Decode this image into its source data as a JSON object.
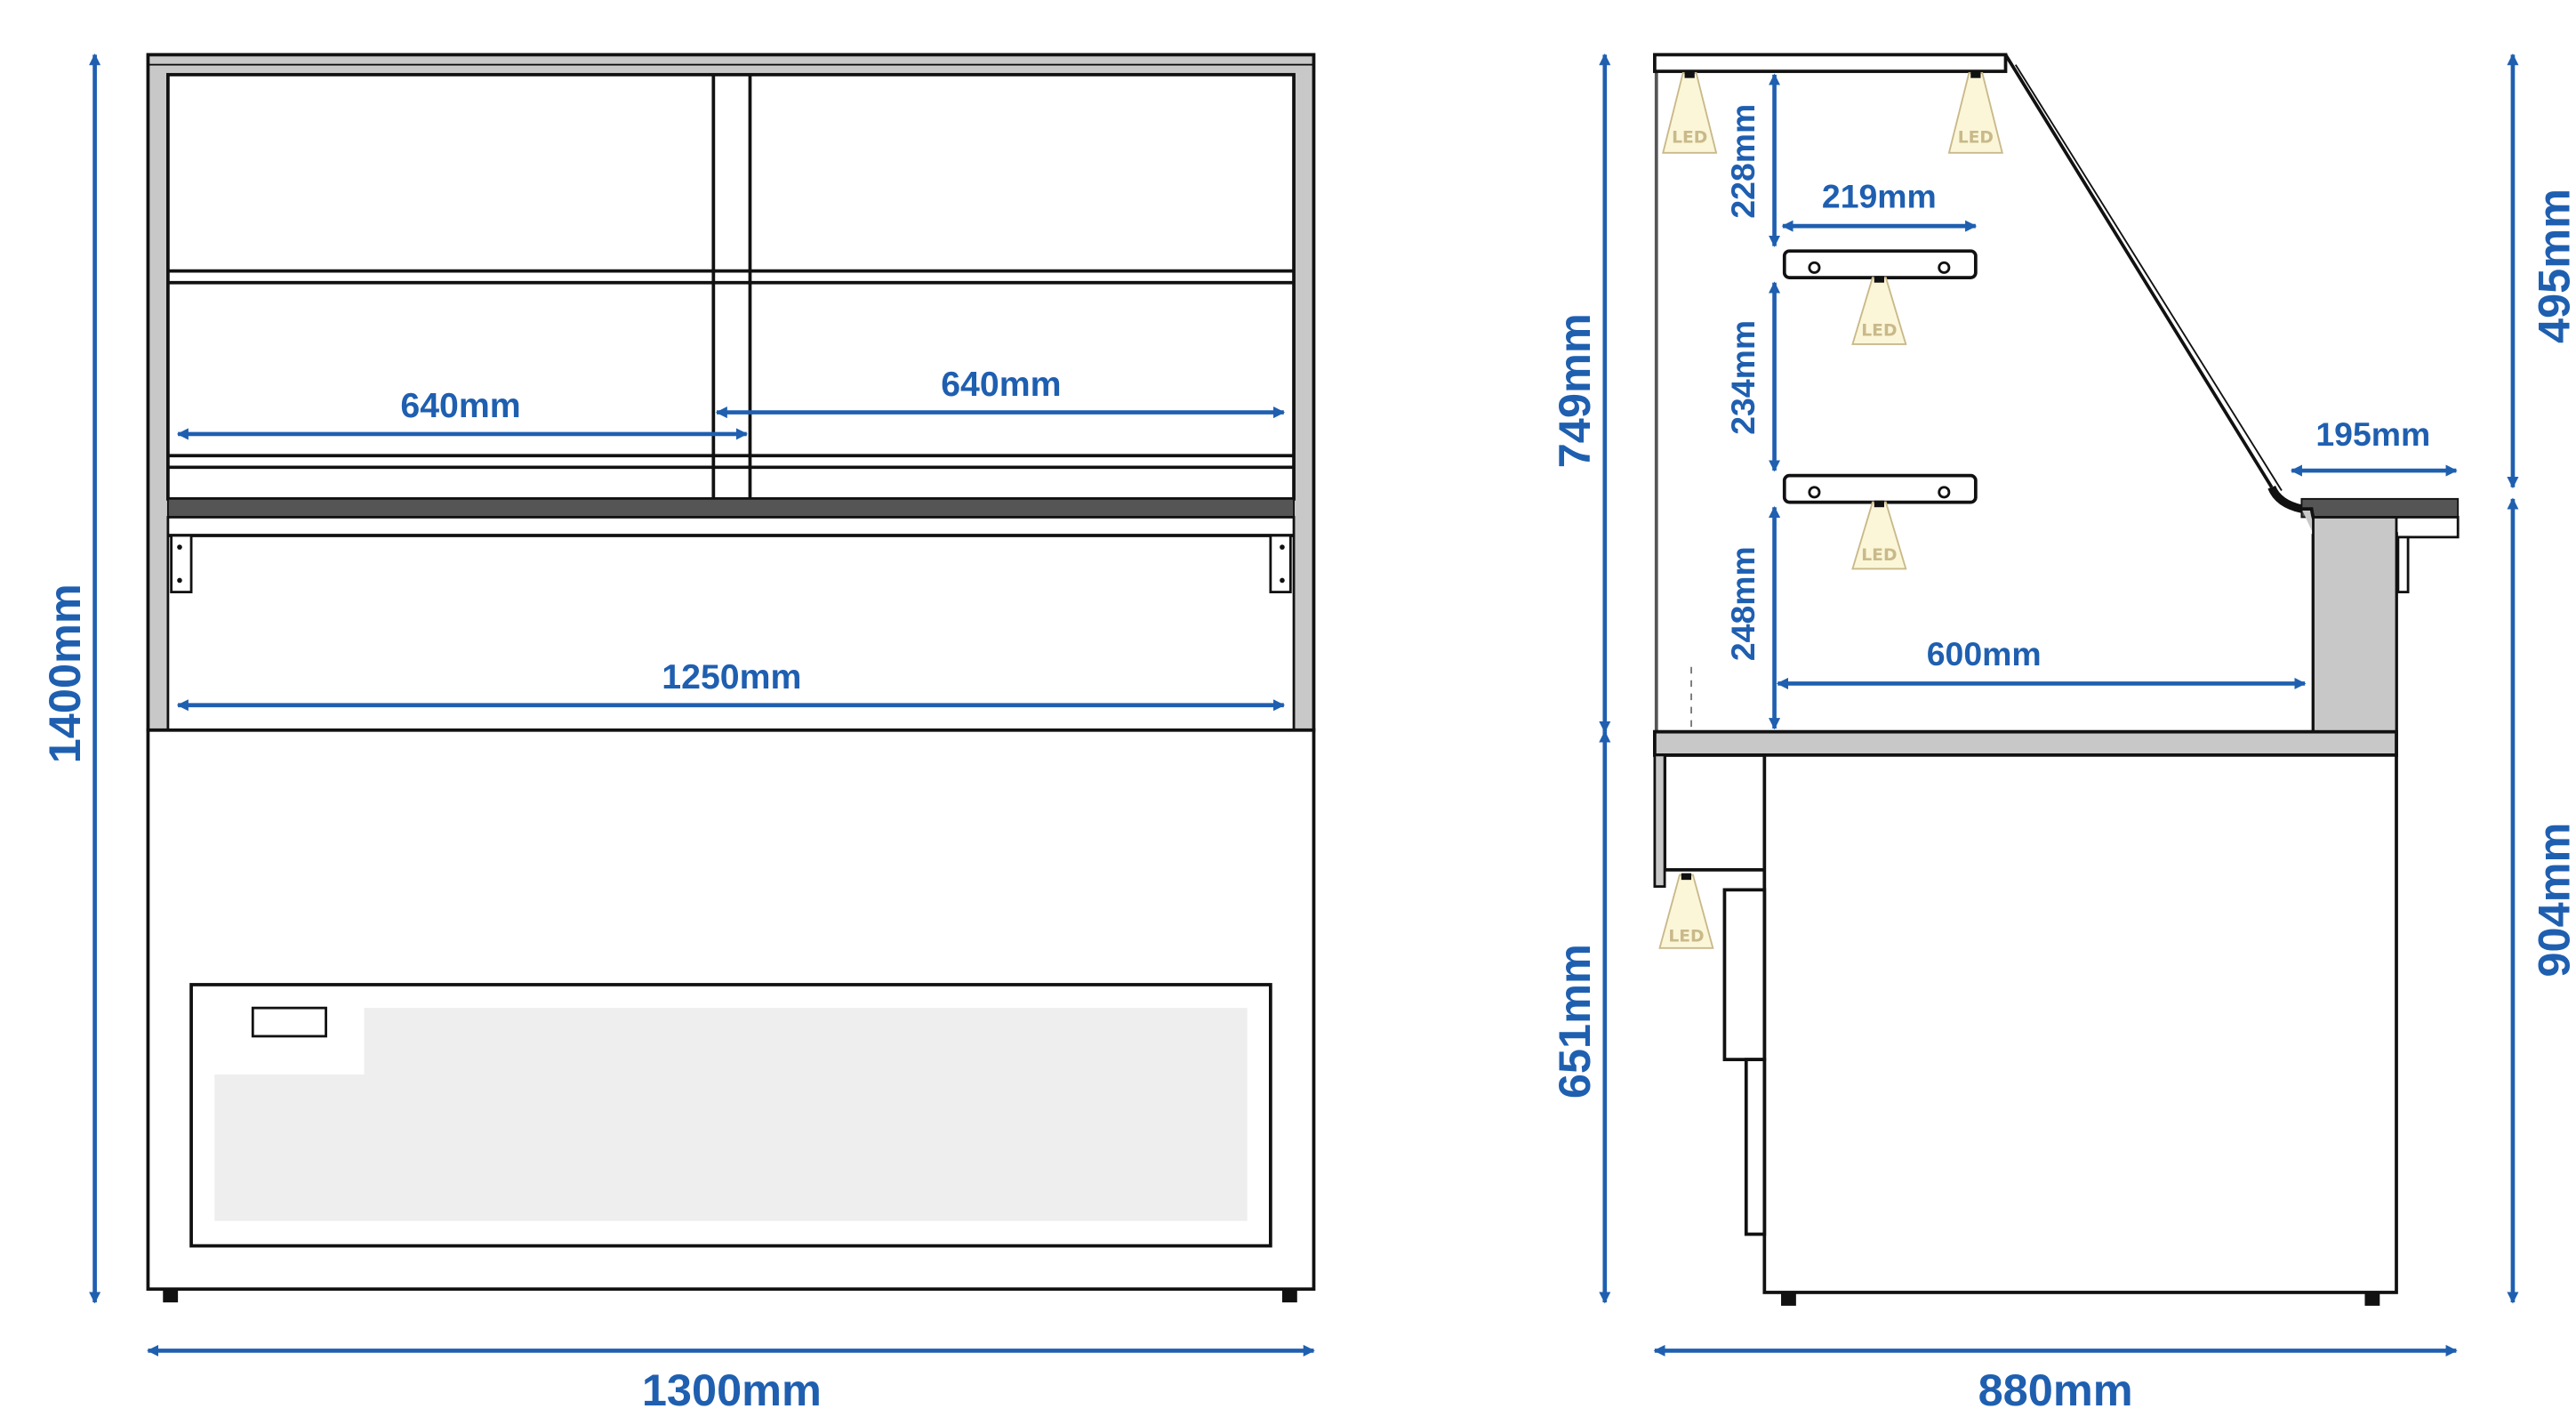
{
  "colors": {
    "dimension": "#1f5fb0",
    "outline": "#111111",
    "panel_gray": "#c8c8c8",
    "counter_dark": "#555555",
    "led_fill": "#fbf6d8",
    "led_stroke": "#c9b98a",
    "display_panel": "#eeeeee"
  },
  "front_view": {
    "total_height": "1400mm",
    "total_width": "1300mm",
    "glass_left_width": "640mm",
    "glass_right_width": "640mm",
    "interior_width": "1250mm"
  },
  "side_view": {
    "upper_height": "749mm",
    "lower_height": "651mm",
    "right_upper_height": "495mm",
    "right_lower_height": "904mm",
    "depth": "880mm",
    "shelf_gap_top": "228mm",
    "shelf_gap_middle": "234mm",
    "shelf_gap_bottom": "248mm",
    "shelf_depth": "219mm",
    "display_depth": "600mm",
    "counter_depth": "195mm",
    "led_label": "LED"
  }
}
